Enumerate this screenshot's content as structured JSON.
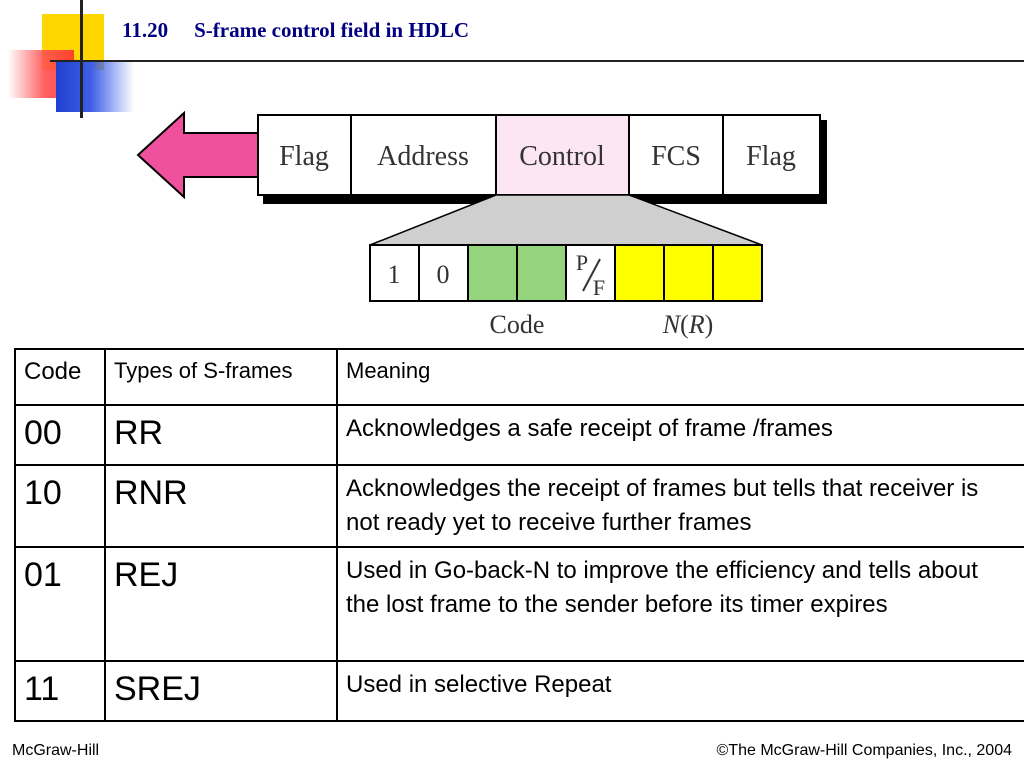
{
  "slide": {
    "number": "11.20",
    "title": "S-frame control field in HDLC"
  },
  "frame": {
    "fields": [
      "Flag",
      "Address",
      "Control",
      "FCS",
      "Flag"
    ],
    "highlight_field": "Control",
    "highlight_color": "#fde6f3",
    "arrow_color": "#f0519f"
  },
  "control_bits": {
    "bits": [
      "1",
      "0",
      "",
      "",
      "P/F",
      "",
      "",
      ""
    ],
    "pf_top": "P",
    "pf_bottom": "F",
    "code_color": "#93d47c",
    "nr_color": "#ffff00",
    "code_label": "Code",
    "nr_label_n": "N",
    "nr_label_open": "(",
    "nr_label_r": "R",
    "nr_label_close": ")"
  },
  "table": {
    "headers": [
      "Code",
      "Types of S-frames",
      "Meaning"
    ],
    "rows": [
      {
        "code": "00",
        "type": "RR",
        "meaning": "Acknowledges a safe receipt of frame /frames"
      },
      {
        "code": "10",
        "type": "RNR",
        "meaning": "Acknowledges the receipt of frames but tells that receiver is not ready yet to receive further frames"
      },
      {
        "code": "01",
        "type": "REJ",
        "meaning": "Used in Go-back-N to improve the  efficiency and tells about the lost frame to the sender before its timer expires"
      },
      {
        "code": "11",
        "type": "SREJ",
        "meaning": "Used in selective Repeat"
      }
    ]
  },
  "footer": {
    "left": "McGraw-Hill",
    "right": "©The McGraw-Hill Companies, Inc., 2004"
  }
}
